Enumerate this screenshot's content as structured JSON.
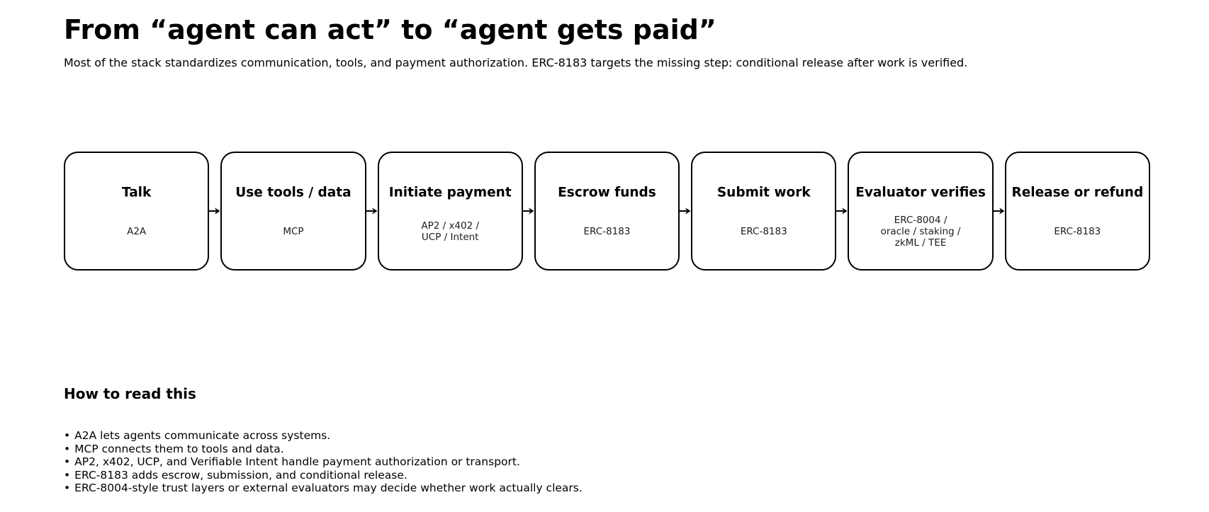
{
  "title": "From “agent can act” to “agent gets paid”",
  "subtitle": "Most of the stack standardizes communication, tools, and payment authorization. ERC-8183 targets the missing step: conditional release after work is verified.",
  "flow": {
    "steps": [
      {
        "label": "Talk",
        "sub": "A2A"
      },
      {
        "label": "Use tools / data",
        "sub": "MCP"
      },
      {
        "label": "Initiate payment",
        "sub": "AP2 / x402 /\nUCP / Intent"
      },
      {
        "label": "Escrow funds",
        "sub": "ERC-8183"
      },
      {
        "label": "Submit work",
        "sub": "ERC-8183"
      },
      {
        "label": "Evaluator verifies",
        "sub": "ERC-8004 /\noracle / staking /\nzkML / TEE"
      },
      {
        "label": "Release or refund",
        "sub": "ERC-8183"
      }
    ]
  },
  "legend": {
    "heading": "How to read this",
    "bullet_char": "•",
    "bullets": [
      "A2A lets agents communicate across systems.",
      "MCP connects them to tools and data.",
      "AP2, x402, UCP, and Verifiable Intent handle payment authorization or transport.",
      "ERC-8183 adds escrow, submission, and conditional release.",
      "ERC-8004-style trust layers or external evaluators may decide whether work actually clears."
    ]
  },
  "colors": {
    "background": "#ffffff",
    "box_border": "#000000",
    "text": "#000000"
  }
}
